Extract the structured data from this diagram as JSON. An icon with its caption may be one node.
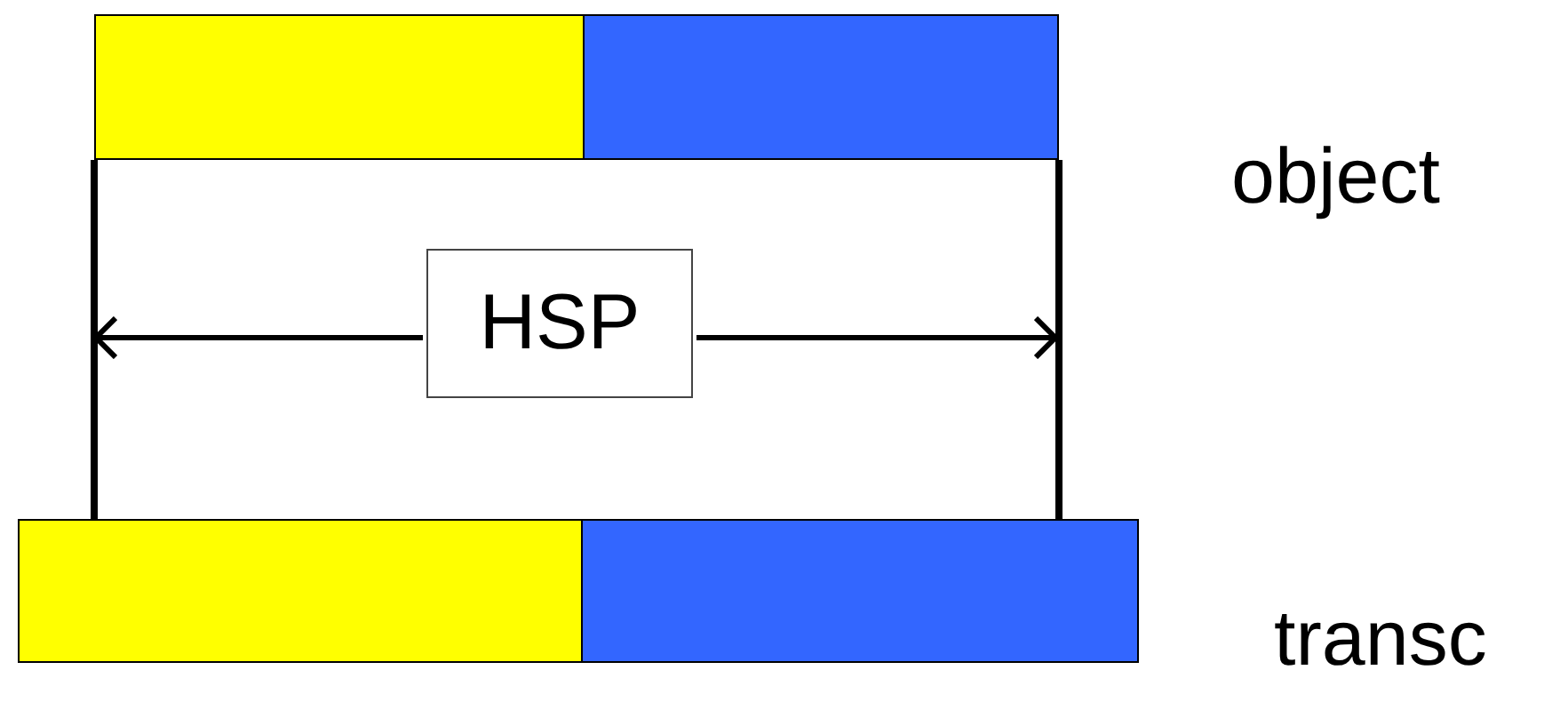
{
  "diagram": {
    "nodes": [
      {
        "text": [],
        "shape": "bar"
      },
      {
        "text": [],
        "shape": "bar"
      },
      {
        "text": [],
        "shape": "bar"
      },
      {
        "text": [],
        "shape": "bar"
      },
      {
        "text": [
          "HSP"
        ]
      }
    ],
    "edges": [
      {
        "from": 0,
        "to": 2,
        "arrow": "none"
      },
      {
        "from": 1,
        "to": 3,
        "arrow": "none"
      },
      {
        "from": 4,
        "to": null,
        "arrow": "to"
      },
      {
        "from": 4,
        "to": null,
        "arrow": "to"
      }
    ],
    "labels": [
      "object",
      "transc"
    ]
  }
}
